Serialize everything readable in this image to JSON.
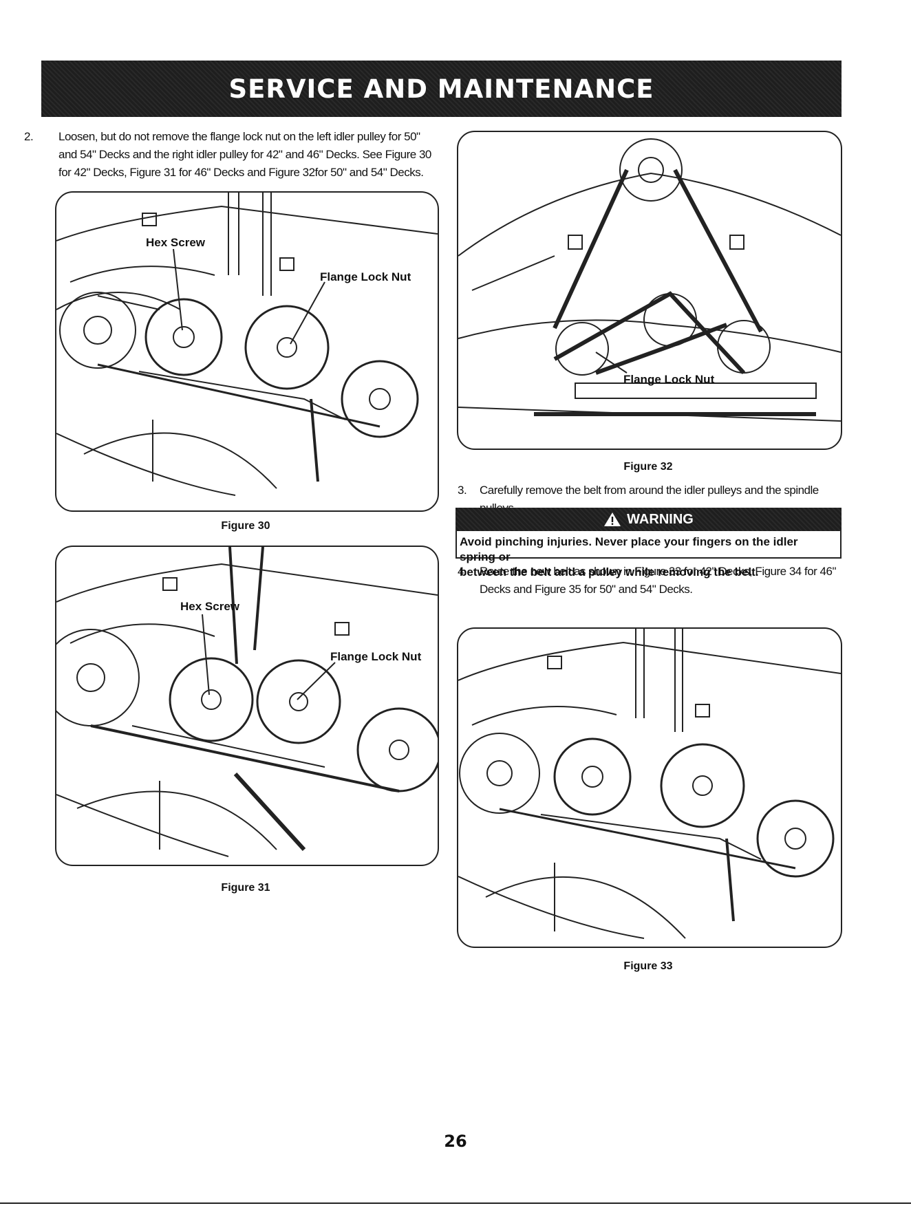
{
  "header": {
    "title": "SERVICE AND MAINTENANCE"
  },
  "steps": [
    {
      "num": "2.",
      "lines": [
        "Loosen, but do not remove the flange lock nut on the left idler pulley for 50\"",
        "and 54\" Decks and the right idler pulley for 42\" and 46\" Decks. See Figure 30",
        "for 42\" Decks, Figure 31 for 46\" Decks and Figure 32for 50\" and 54\" Decks."
      ]
    },
    {
      "num": "3.",
      "lines": [
        "Carefully remove the belt from around the idler pulleys and the spindle pulleys."
      ]
    },
    {
      "num": "4.",
      "lines": [
        "Route the new belt as shown in Figure 33 for 42\" Decks, Figure 34 for 46\"",
        "Decks and Figure 35 for 50\" and 54\" Decks."
      ]
    }
  ],
  "figures": [
    {
      "caption": "Figure 30",
      "callouts": [
        "Hex Screw",
        "Flange Lock Nut"
      ]
    },
    {
      "caption": "Figure 31",
      "callouts": [
        "Hex Screw",
        "Flange Lock Nut"
      ]
    },
    {
      "caption": "Figure 32",
      "callouts": [
        "Flange Lock Nut"
      ]
    },
    {
      "caption": "Figure 33",
      "callouts": []
    }
  ],
  "warning": {
    "title": "WARNING",
    "lines": [
      "Avoid pinching injuries. Never place your fingers on the idler spring or",
      "between the belt and a pulley while removing the belt."
    ]
  },
  "page_number": "26"
}
